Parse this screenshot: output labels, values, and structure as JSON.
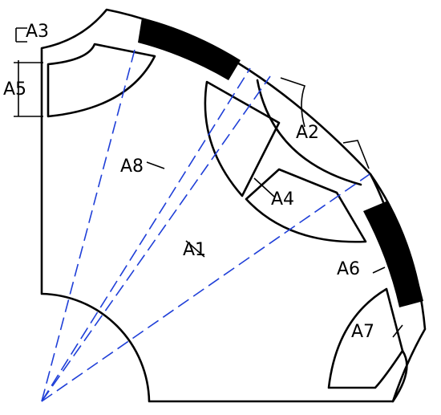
{
  "labels": {
    "a1": "A1",
    "a2": "A2",
    "a3": "A3",
    "a4": "A4",
    "a5": "A5",
    "a6": "A6",
    "a7": "A7",
    "a8": "A8"
  },
  "colors": {
    "outline": "#000000",
    "dashed_lines": "#1f3fd8",
    "filled_blocks": "#000000",
    "background": "#ffffff"
  }
}
